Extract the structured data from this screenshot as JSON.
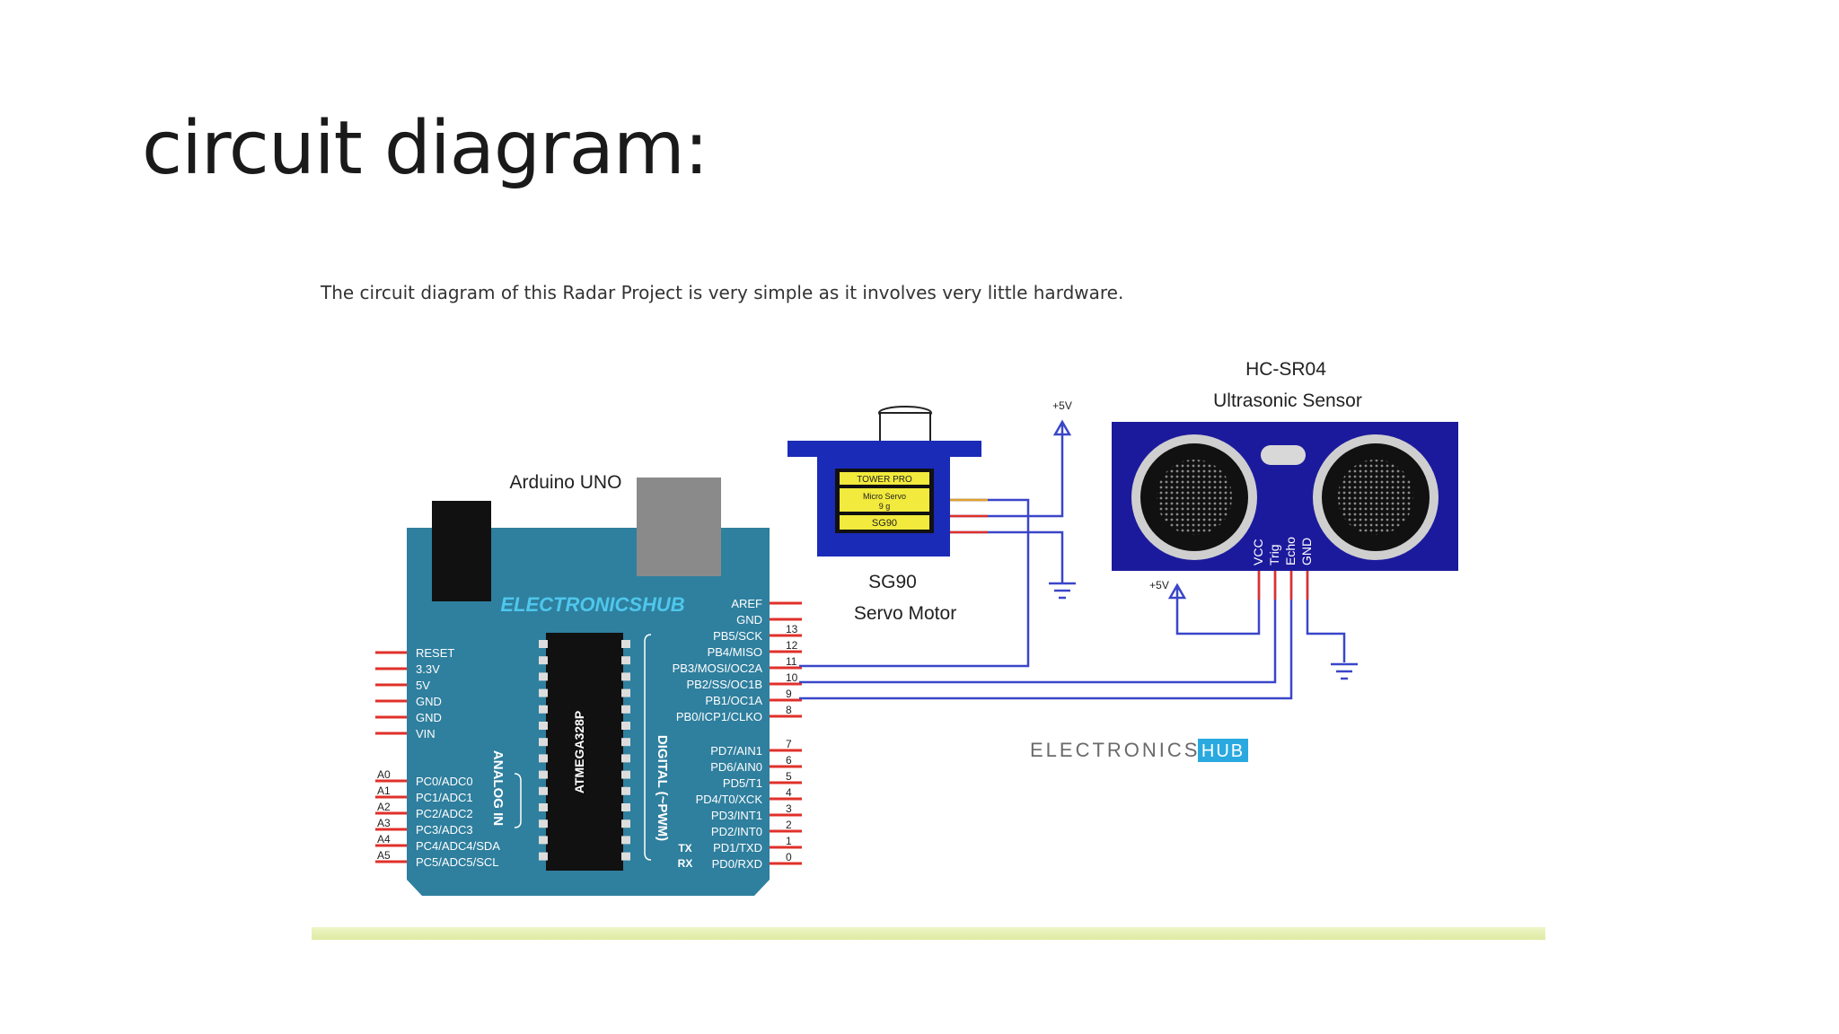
{
  "slide": {
    "title": "circuit diagram:",
    "caption": "The circuit diagram of this Radar Project is very simple as it involves very little hardware."
  },
  "arduino": {
    "label": "Arduino UNO",
    "brand": "ELECTRONICSHUB",
    "chip": "ATMEGA328P",
    "analog_label": "ANALOG IN",
    "digital_label": "DIGITAL (~PWM)",
    "left_pins": [
      "RESET",
      "3.3V",
      "5V",
      "GND",
      "GND",
      "VIN"
    ],
    "analog_pins": [
      {
        "name": "A0",
        "label": "PC0/ADC0"
      },
      {
        "name": "A1",
        "label": "PC1/ADC1"
      },
      {
        "name": "A2",
        "label": "PC2/ADC2"
      },
      {
        "name": "A3",
        "label": "PC3/ADC3"
      },
      {
        "name": "A4",
        "label": "PC4/ADC4/SDA"
      },
      {
        "name": "A5",
        "label": "PC5/ADC5/SCL"
      }
    ],
    "right_top_pins": [
      {
        "label": "AREF",
        "num": ""
      },
      {
        "label": "GND",
        "num": ""
      },
      {
        "label": "PB5/SCK",
        "num": "13"
      },
      {
        "label": "PB4/MISO",
        "num": "12"
      },
      {
        "label": "PB3/MOSI/OC2A",
        "num": "11"
      },
      {
        "label": "PB2/SS/OC1B",
        "num": "10"
      },
      {
        "label": "PB1/OC1A",
        "num": "9"
      },
      {
        "label": "PB0/ICP1/CLKO",
        "num": "8"
      }
    ],
    "right_bottom_pins": [
      {
        "label": "PD7/AIN1",
        "num": "7"
      },
      {
        "label": "PD6/AIN0",
        "num": "6"
      },
      {
        "label": "PD5/T1",
        "num": "5"
      },
      {
        "label": "PD4/T0/XCK",
        "num": "4"
      },
      {
        "label": "PD3/INT1",
        "num": "3"
      },
      {
        "label": "PD2/INT0",
        "num": "2"
      },
      {
        "label": "PD1/TXD",
        "num": "1"
      },
      {
        "label": "PD0/RXD",
        "num": "0"
      }
    ],
    "tx": "TX",
    "rx": "RX"
  },
  "servo": {
    "title": "SG90",
    "subtitle": "Servo Motor",
    "label_line1": "TOWER PRO",
    "label_line2": "Micro Servo",
    "label_line3": "9 g",
    "label_line4": "SG90"
  },
  "sensor": {
    "title": "HC-SR04",
    "subtitle": "Ultrasonic Sensor",
    "pins": [
      "VCC",
      "Trig",
      "Echo",
      "GND"
    ]
  },
  "power": {
    "servo_vcc": "+5V",
    "sensor_vcc": "+5V"
  },
  "watermark": {
    "text": "ELECTRONICS",
    "badge": "HUB"
  },
  "colors": {
    "board": "#2f7f9e",
    "servo_body": "#1a2bb8",
    "sensor_body": "#1c1a9c",
    "wire_blue": "#3a46c8",
    "wire_red": "#e0302a",
    "badge": "#29a9df"
  }
}
